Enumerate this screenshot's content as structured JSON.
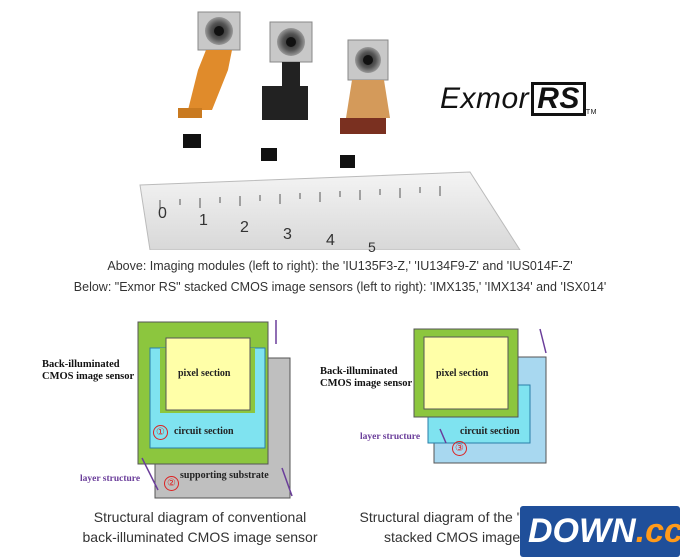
{
  "logo": {
    "brand": "Exmor",
    "suffix": "RS",
    "tm": "TM"
  },
  "ruler": {
    "numbers": [
      "0",
      "1",
      "2",
      "3",
      "4",
      "5"
    ]
  },
  "caption": {
    "line1": "Above: Imaging modules (left to right): the 'IU135F3-Z,' 'IU134F9-Z' and 'IUS014F-Z'",
    "line2": "Below: \"Exmor RS\" stacked CMOS image sensors (left to right): 'IMX135,' 'IMX134' and 'ISX014'"
  },
  "diagram_left": {
    "side_label_1": "Back-illuminated",
    "side_label_2": "CMOS image sensor",
    "pixel": "pixel section",
    "circuit": "circuit section",
    "support": "supporting substrate",
    "layer": "layer structure",
    "marker1": "①",
    "marker2": "②",
    "caption1": "Structural diagram of conventional",
    "caption2": "back-illuminated CMOS image sensor"
  },
  "diagram_right": {
    "side_label_1": "Back-illuminated",
    "side_label_2": "CMOS image sensor",
    "pixel": "pixel section",
    "circuit": "circuit section",
    "layer": "layer structure",
    "marker3": "③",
    "caption1": "Structural diagram of the \"Exmor RS\"",
    "caption2": "stacked CMOS image sensor"
  },
  "watermark": {
    "text1": "DOWN",
    "text2": ".cc"
  },
  "colors": {
    "green": "#8cc63e",
    "yellow": "#ffffa8",
    "cyan": "#7fe3f0",
    "gray": "#bfbfbf",
    "lightblue": "#a8d8f0",
    "purple": "#6a3d9a",
    "red": "#dd2222"
  }
}
